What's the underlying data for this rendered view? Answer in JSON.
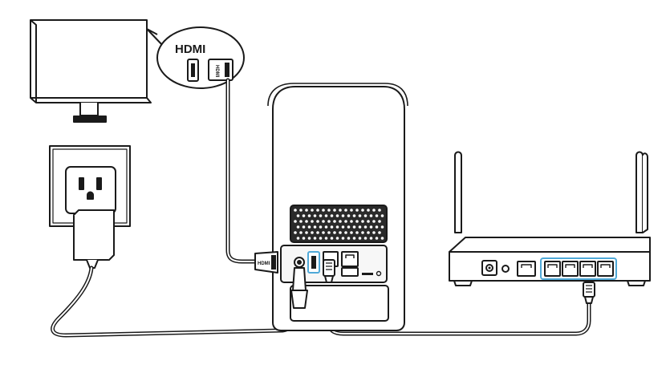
{
  "diagram": {
    "callout": {
      "label": "HDMI",
      "port_text": "HDMI"
    },
    "hdmi_plug_text": "HDMI",
    "colors": {
      "line": "#1a1a1a",
      "highlight": "#4fa9d8",
      "fill": "#ffffff",
      "panel": "#f7f7f7"
    },
    "devices": [
      {
        "name": "monitor"
      },
      {
        "name": "wall-outlet"
      },
      {
        "name": "power-adapter"
      },
      {
        "name": "nas-device"
      },
      {
        "name": "wifi-router"
      }
    ],
    "connections": [
      {
        "name": "hdmi-cable",
        "from": "monitor",
        "to": "nas-device"
      },
      {
        "name": "power-cable",
        "from": "power-adapter",
        "to": "nas-device"
      },
      {
        "name": "ethernet-cable",
        "from": "nas-device",
        "to": "wifi-router"
      }
    ]
  }
}
